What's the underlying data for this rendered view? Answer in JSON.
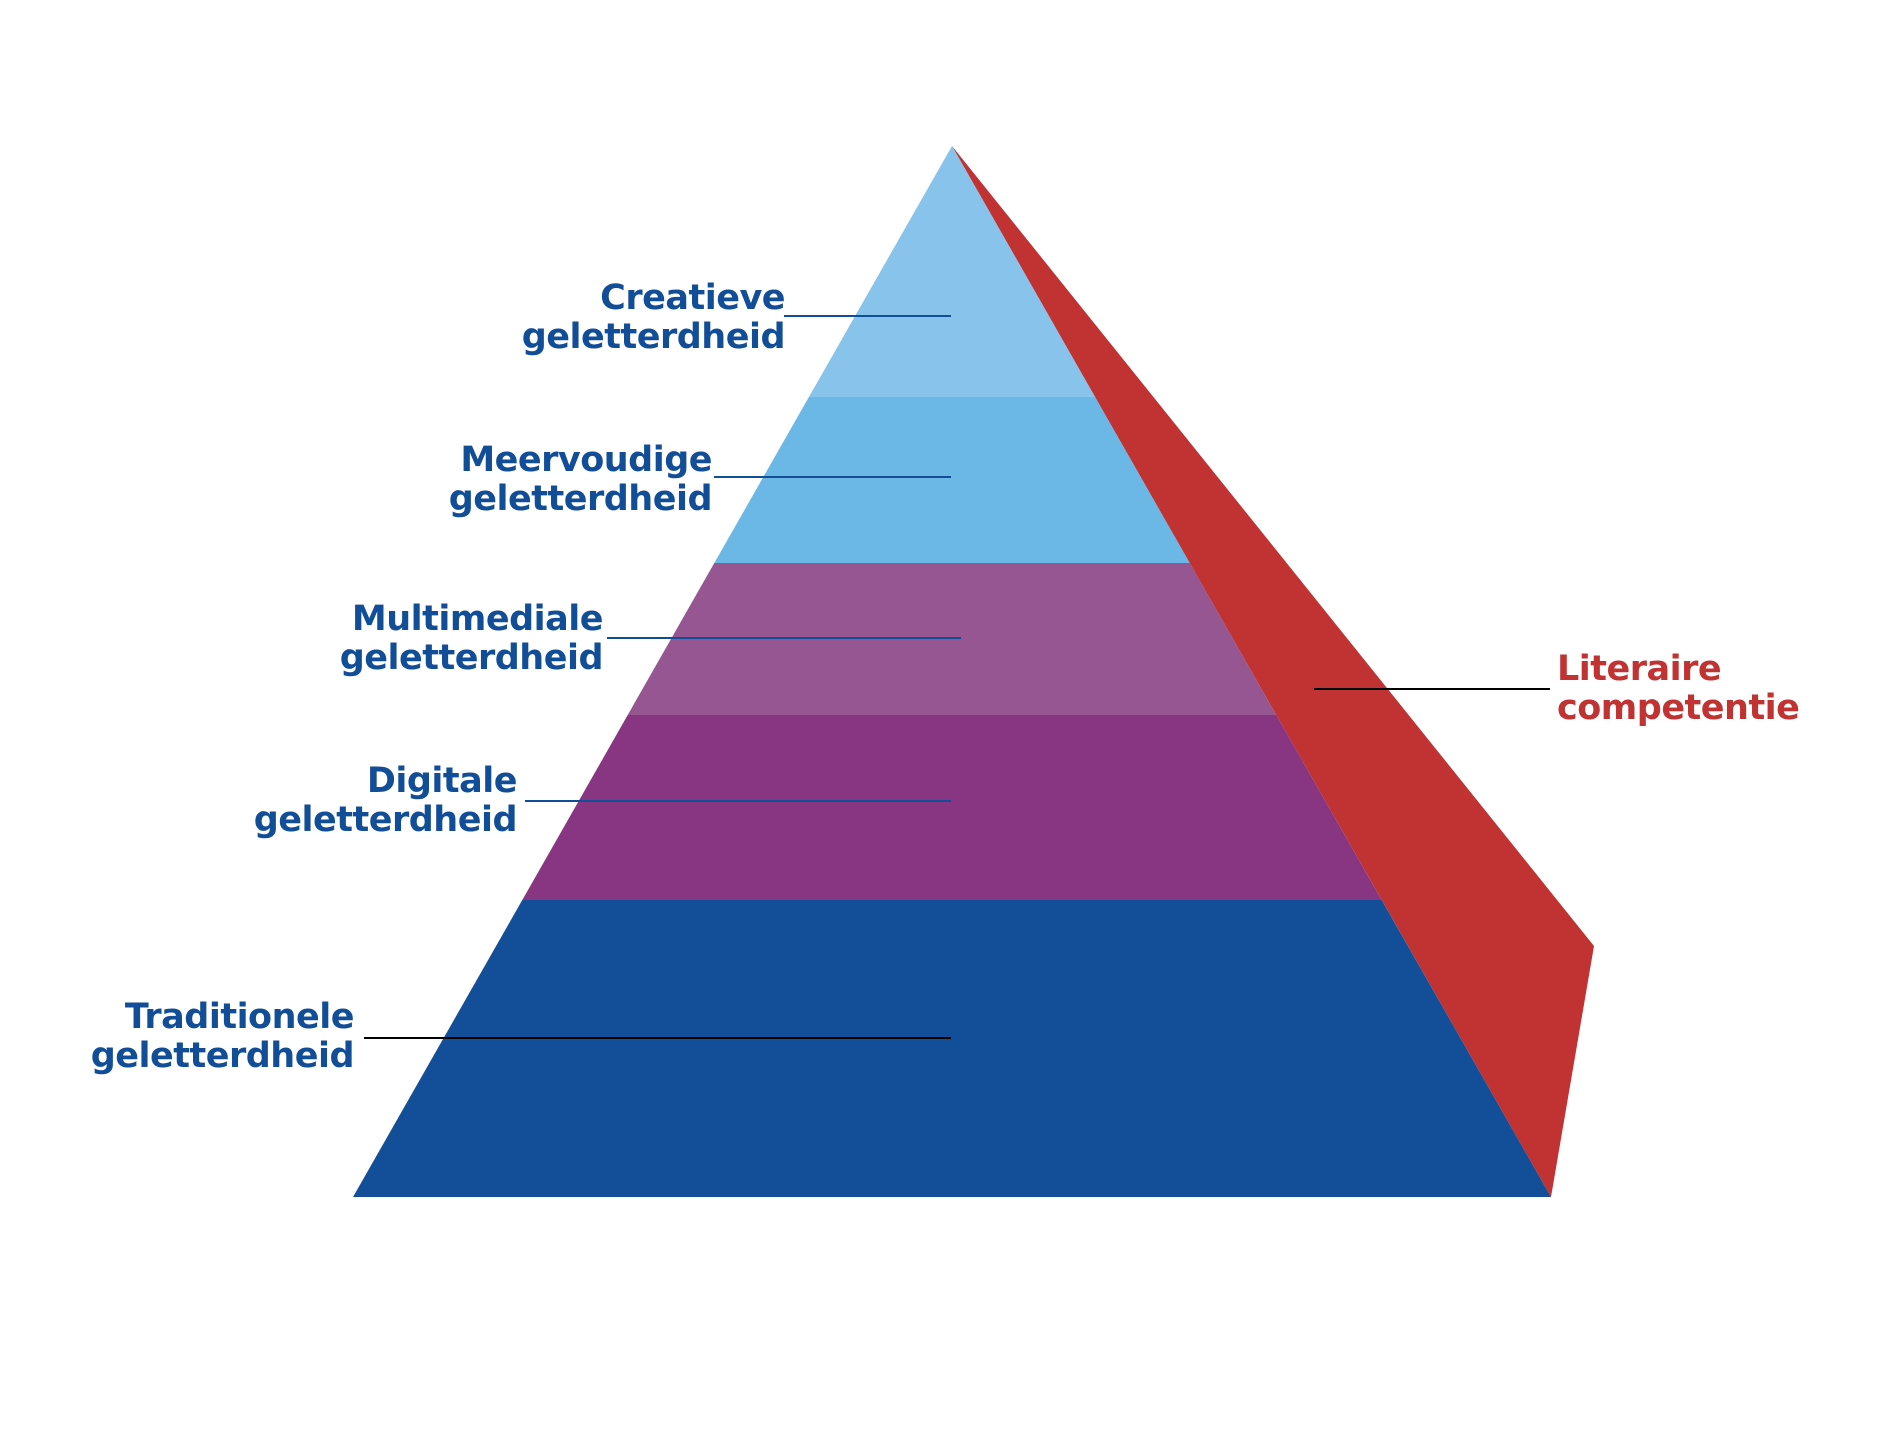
{
  "colors": {
    "label_blue": "#124e97",
    "label_red": "#c13232",
    "side_face": "#c13232"
  },
  "layers": [
    {
      "id": "creatieve",
      "line1": "Creatieve",
      "line2": "geletterdheid",
      "color": "#88c3eb",
      "leader_color": "#124e97"
    },
    {
      "id": "meervoudige",
      "line1": "Meervoudige",
      "line2": "geletterdheid",
      "color": "#6bb8e6",
      "leader_color": "#124e97"
    },
    {
      "id": "multimediale",
      "line1": "Multimediale",
      "line2": "geletterdheid",
      "color": "#965692",
      "leader_color": "#124e97"
    },
    {
      "id": "digitale",
      "line1": "Digitale",
      "line2": "geletterdheid",
      "color": "#883681",
      "leader_color": "#124e97"
    },
    {
      "id": "traditionele",
      "line1": "Traditionele",
      "line2": "geletterdheid",
      "color": "#124f98",
      "leader_color": "#000000"
    }
  ],
  "side": {
    "line1": "Literaire",
    "line2": "competentie",
    "leader_color": "#000000"
  }
}
